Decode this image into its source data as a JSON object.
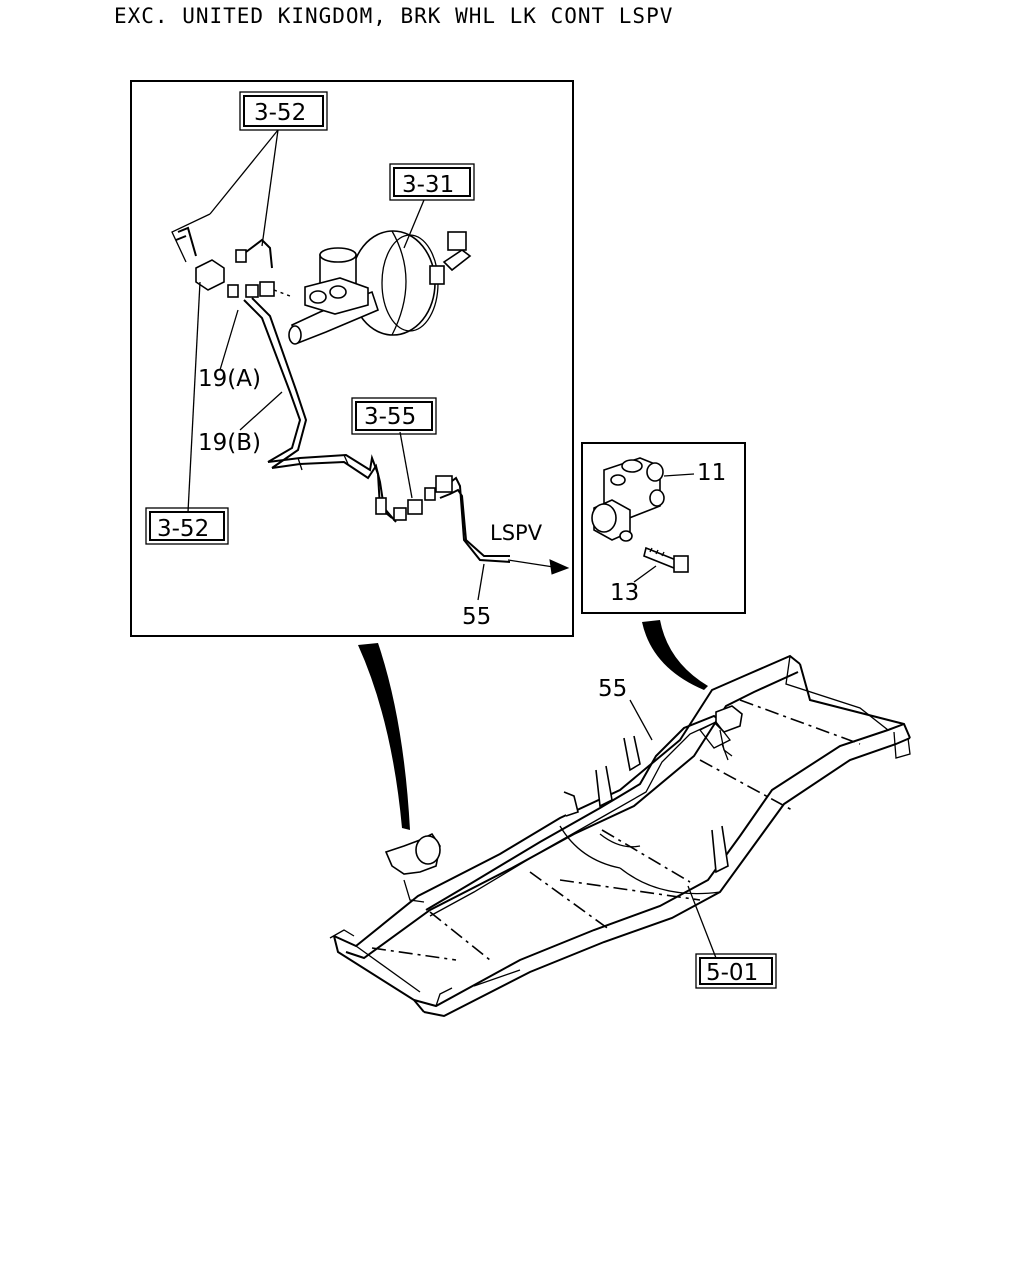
{
  "header": {
    "title": "EXC. UNITED KINGDOM, BRK WHL LK CONT LSPV"
  },
  "callouts": {
    "ref_3_52_top": "3-52",
    "ref_3_31": "3-31",
    "ref_3_55": "3-55",
    "ref_3_52_bottom": "3-52",
    "part_19a": "19(A)",
    "part_19b": "19(B)",
    "lspv": "LSPV",
    "part_55_inset": "55",
    "part_11": "11",
    "part_13": "13",
    "part_55_frame": "55",
    "ref_5_01": "5-01"
  },
  "colors": {
    "ink": "#000000",
    "paper": "#ffffff"
  }
}
